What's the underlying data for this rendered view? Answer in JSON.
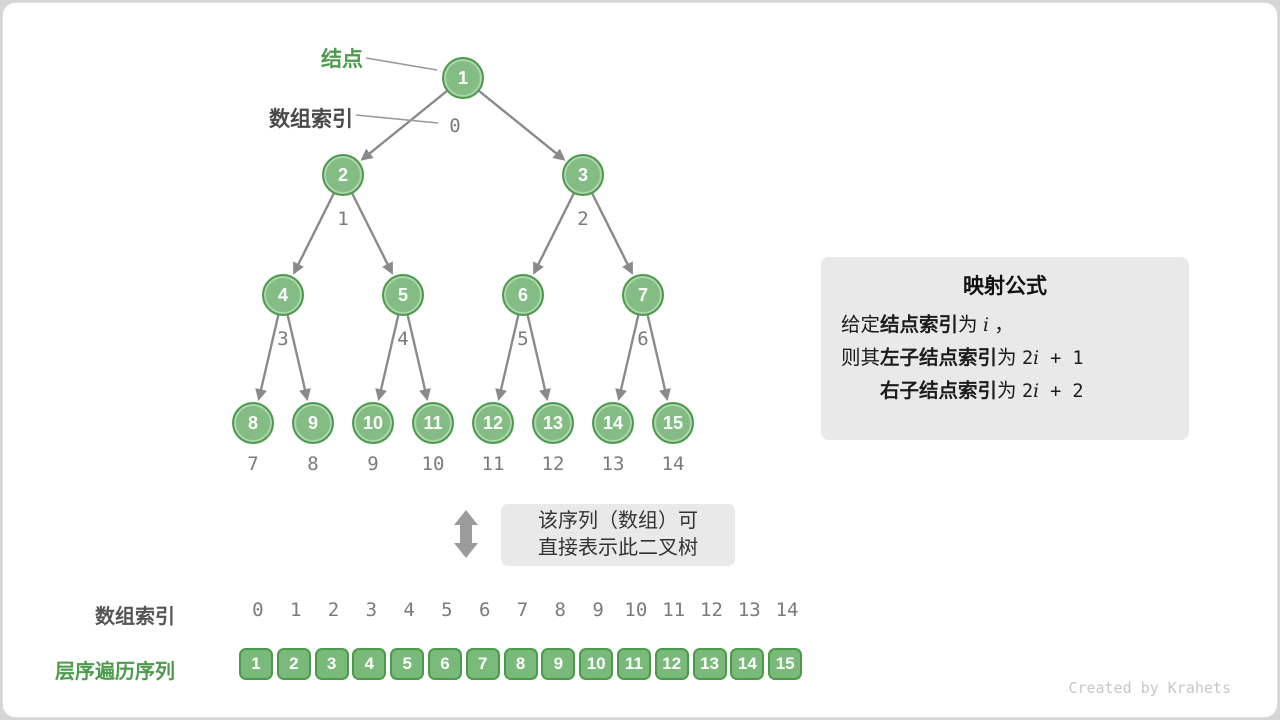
{
  "colors": {
    "node_fill": "#84bd84",
    "node_border": "#4c9b4d",
    "accent_green": "#4c9b4d",
    "arrow_gray": "#8a8a8a",
    "panel_gray": "#e9e9e9"
  },
  "annotations": {
    "node_pointer_label": "结点",
    "index_pointer_label": "数组索引"
  },
  "tree": {
    "nodes": [
      {
        "value": "1",
        "index": "0"
      },
      {
        "value": "2",
        "index": "1"
      },
      {
        "value": "3",
        "index": "2"
      },
      {
        "value": "4",
        "index": "3"
      },
      {
        "value": "5",
        "index": "4"
      },
      {
        "value": "6",
        "index": "5"
      },
      {
        "value": "7",
        "index": "6"
      },
      {
        "value": "8",
        "index": "7"
      },
      {
        "value": "9",
        "index": "8"
      },
      {
        "value": "10",
        "index": "9"
      },
      {
        "value": "11",
        "index": "10"
      },
      {
        "value": "12",
        "index": "11"
      },
      {
        "value": "13",
        "index": "12"
      },
      {
        "value": "14",
        "index": "13"
      },
      {
        "value": "15",
        "index": "14"
      }
    ]
  },
  "formula": {
    "title": "映射公式",
    "line1": {
      "pre": "给定",
      "bold": "结点索引",
      "mid": "为 ",
      "code_i": "i",
      "post": " ，"
    },
    "line2": {
      "pre": "则其",
      "bold": "左子结点索引",
      "mid": "为 ",
      "code_n": "2",
      "code_i": "i",
      "code_post": " + 1"
    },
    "line3": {
      "bold": "右子结点索引",
      "mid": "为 ",
      "code_n": "2",
      "code_i": "i",
      "code_post": " + 2"
    }
  },
  "note": {
    "line1": "该序列（数组）可",
    "line2": "直接表示此二叉树"
  },
  "bottom": {
    "index_label": "数组索引",
    "sequence_label": "层序遍历序列",
    "indices": [
      "0",
      "1",
      "2",
      "3",
      "4",
      "5",
      "6",
      "7",
      "8",
      "9",
      "10",
      "11",
      "12",
      "13",
      "14"
    ],
    "values": [
      "1",
      "2",
      "3",
      "4",
      "5",
      "6",
      "7",
      "8",
      "9",
      "10",
      "11",
      "12",
      "13",
      "14",
      "15"
    ]
  },
  "watermark": "Created by Krahets"
}
